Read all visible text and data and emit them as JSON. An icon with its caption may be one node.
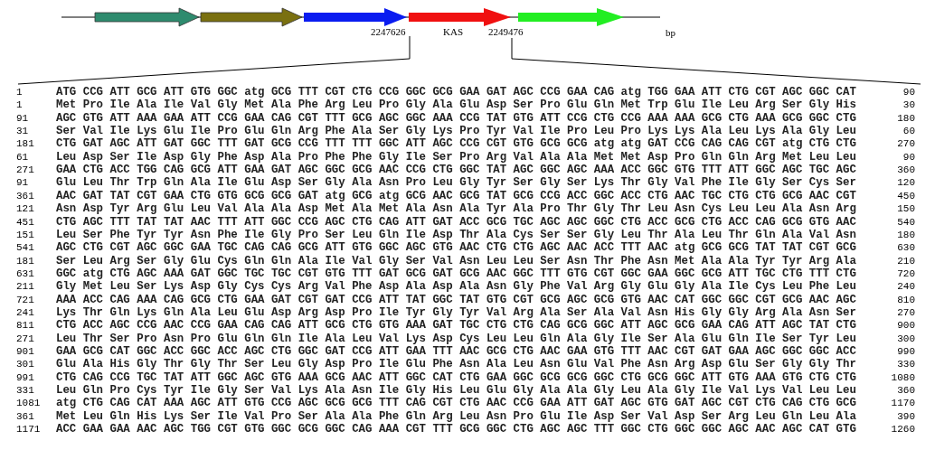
{
  "diagram": {
    "labels": [
      "2247626",
      "KAS",
      "2249476",
      "bp",
      "1",
      "ATG CCG ATT GCG ATT GTG GGC atg GCG TTT CGT CTG CCG GGC GCG GAA GAT AGC CCG GAA CAG atg TGG GAA ATT CTG CGT AGC GGC CAT",
      "90",
      "1",
      "Met Pro Ile Ala Ile Val Gly Met Ala Phe Arg Leu Pro Gly Ala Glu Asp Ser Pro Glu Gln Met Trp Glu Ile Leu Arg Ser Gly His",
      "30",
      "91",
      "AGC GTG ATT AAA GAA ATT CCG GAA CAG CGT TTT GCG AGC GGC AAA CCG TAT GTG ATT CCG CTG CCG AAA AAA GCG CTG AAA GCG GGC CTG",
      "180",
      "31",
      "Ser Val Ile Lys Glu Ile Pro Glu Gln Arg Phe Ala Ser Gly Lys Pro Tyr Val Ile Pro Leu Pro Lys Lys Ala Leu Lys Ala Gly Leu",
      "60",
      "181",
      "CTG GAT AGC ATT GAT GGC TTT GAT GCG CCG TTT TTT GGC ATT AGC CCG CGT GTG GCG GCG atg atg GAT CCG CAG CAG CGT atg CTG CTG",
      "270",
      "61",
      "Leu Asp Ser Ile Asp Gly Phe Asp Ala Pro Phe Phe Gly Ile Ser Pro Arg Val Ala Ala Met Met Asp Pro Gln Gln Arg Met Leu Leu",
      "90",
      "271",
      "GAA CTG ACC TGG CAG GCG ATT GAA GAT AGC GGC GCG AAC CCG CTG GGC TAT AGC GGC AGC AAA ACC GGC GTG TTT ATT GGC AGC TGC AGC",
      "360",
      "91",
      "Glu Leu Thr Trp Gln Ala Ile Glu Asp Ser Gly Ala Asn Pro Leu Gly Tyr Ser Gly Ser Lys Thr Gly Val Phe Ile Gly Ser Cys Ser",
      "120",
      "361",
      "AAC GAT TAT CGT GAA CTG GTG GCG GCG GAT atg GCG atg GCG AAC GCG TAT GCG CCG ACC GGC ACC CTG AAC TGC CTG CTG GCG AAC CGT",
      "450",
      "121",
      "Asn Asp Tyr Arg Glu Leu Val Ala Ala Asp Met Ala Met Ala Asn Ala Tyr Ala Pro Thr Gly Thr Leu Asn Cys Leu Leu Ala Asn Arg",
      "150",
      "451",
      "CTG AGC TTT TAT TAT AAC TTT ATT GGC CCG AGC CTG CAG ATT GAT ACC GCG TGC AGC AGC GGC CTG ACC GCG CTG ACC CAG GCG GTG AAC",
      "540",
      "151",
      "Leu Ser Phe Tyr Tyr Asn Phe Ile Gly Pro Ser Leu Gln Ile Asp Thr Ala Cys Ser Ser Gly Leu Thr Ala Leu Thr Gln Ala Val Asn",
      "180",
      "541",
      "AGC CTG CGT AGC GGC GAA TGC CAG CAG GCG ATT GTG GGC AGC GTG AAC CTG CTG AGC AAC ACC TTT AAC atg GCG GCG TAT TAT CGT GCG",
      "630",
      "181",
      "Ser Leu Arg Ser Gly Glu Cys Gln Gln Ala Ile Val Gly Ser Val Asn Leu Leu Ser Asn Thr Phe Asn Met Ala Ala Tyr Tyr Arg Ala",
      "210",
      "631",
      "GGC atg CTG AGC AAA GAT GGC TGC TGC CGT GTG TTT GAT GCG GAT GCG AAC GGC TTT GTG CGT GGC GAA GGC GCG ATT TGC CTG TTT CTG",
      "720",
      "211",
      "Gly Met Leu Ser Lys Asp Gly Cys Cys Arg Val Phe Asp Ala Asp Ala Asn Gly Phe Val Arg Gly Glu Gly Ala Ile Cys Leu Phe Leu",
      "240",
      "721",
      "AAA ACC CAG AAA CAG GCG CTG GAA GAT CGT GAT CCG ATT TAT GGC TAT GTG CGT GCG AGC GCG GTG AAC CAT GGC GGC CGT GCG AAC AGC",
      "810",
      "241",
      "Lys Thr Gln Lys Gln Ala Leu Glu Asp Arg Asp Pro Ile Tyr Gly Tyr Val Arg Ala Ser Ala Val Asn His Gly Gly Arg Ala Asn Ser",
      "270",
      "811",
      "CTG ACC AGC CCG AAC CCG GAA CAG CAG ATT GCG CTG GTG AAA GAT TGC CTG CTG CAG GCG GGC ATT AGC GCG GAA CAG ATT AGC TAT CTG",
      "900",
      "271",
      "Leu Thr Ser Pro Asn Pro Glu Gln Gln Ile Ala Leu Val Lys Asp Cys Leu Leu Gln Ala Gly Ile Ser Ala Glu Gln Ile Ser Tyr Leu",
      "300",
      "901",
      "GAA GCG CAT GGC ACC GGC ACC AGC CTG GGC GAT CCG ATT GAA TTT AAC GCG CTG AAC GAA GTG TTT AAC CGT GAT GAA AGC GGC GGC ACC",
      "990",
      "301",
      "Glu Ala His Gly Thr Gly Thr Ser Leu Gly Asp Pro Ile Glu Phe Asn Ala Leu Asn Glu Val Phe Asn Arg Asp Glu Ser Gly Gly Thr",
      "330",
      "991",
      "CTG CAG CCG TGC TAT ATT GGC AGC GTG AAA GCG AAC ATT GGC CAT CTG GAA GGC GCG GCG GGC CTG GCG GGC ATT GTG AAA GTG CTG CTG",
      "1080",
      "331",
      "Leu Gln Pro Cys Tyr Ile Gly Ser Val Lys Ala Asn Ile Gly His Leu Glu Gly Ala Ala Gly Leu Ala Gly Ile Val Lys Val Leu Leu",
      "360",
      "1081",
      "atg CTG CAG CAT AAA AGC ATT GTG CCG AGC GCG GCG TTT CAG CGT CTG AAC CCG GAA ATT GAT AGC GTG GAT AGC CGT CTG CAG CTG GCG",
      "1170",
      "361",
      "Met Leu Gln His Lys Ser Ile Val Pro Ser Ala Ala Phe Gln Arg Leu Asn Pro Glu Ile Asp Ser Val Asp Ser Arg Leu Gln Leu Ala",
      "390",
      "1171",
      "ACC GAA GAA AAC AGC TGG CGT GTG GGC GCG GGC CAG AAA CGT TTT GCG GGC CTG AGC AGC TTT GGC CTG GGC GGC AGC AAC AGC CAT GTG",
      "1260"
    ]
  }
}
